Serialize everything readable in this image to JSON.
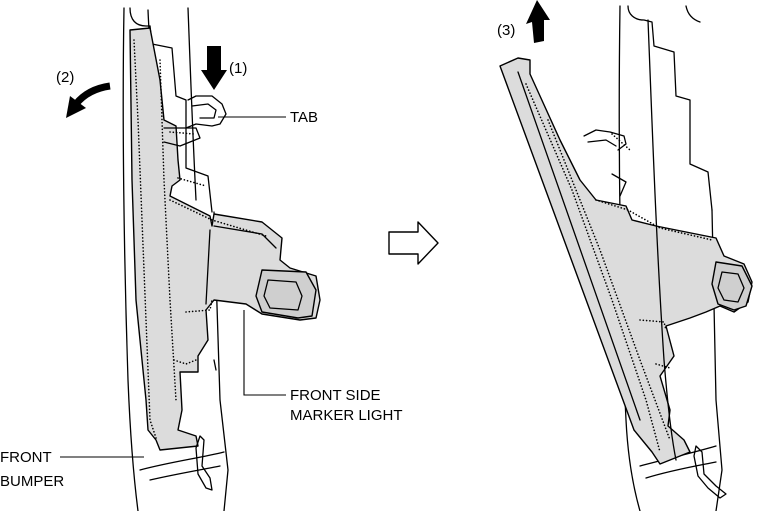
{
  "labels": {
    "step1": "(1)",
    "step2": "(2)",
    "step3": "(3)",
    "tab": "TAB",
    "marker_line1": "FRONT SIDE",
    "marker_line2": "MARKER LIGHT",
    "bumper_line1": "FRONT",
    "bumper_line2": "BUMPER"
  },
  "colors": {
    "part_fill": "#dcdcdc",
    "line": "#000000",
    "background": "#ffffff"
  },
  "icons": {
    "push_down": "arrow-down-icon",
    "rotate_out": "curved-arrow-left-icon",
    "pull_up": "arrow-up-icon",
    "next_step": "hollow-arrow-right-icon"
  }
}
